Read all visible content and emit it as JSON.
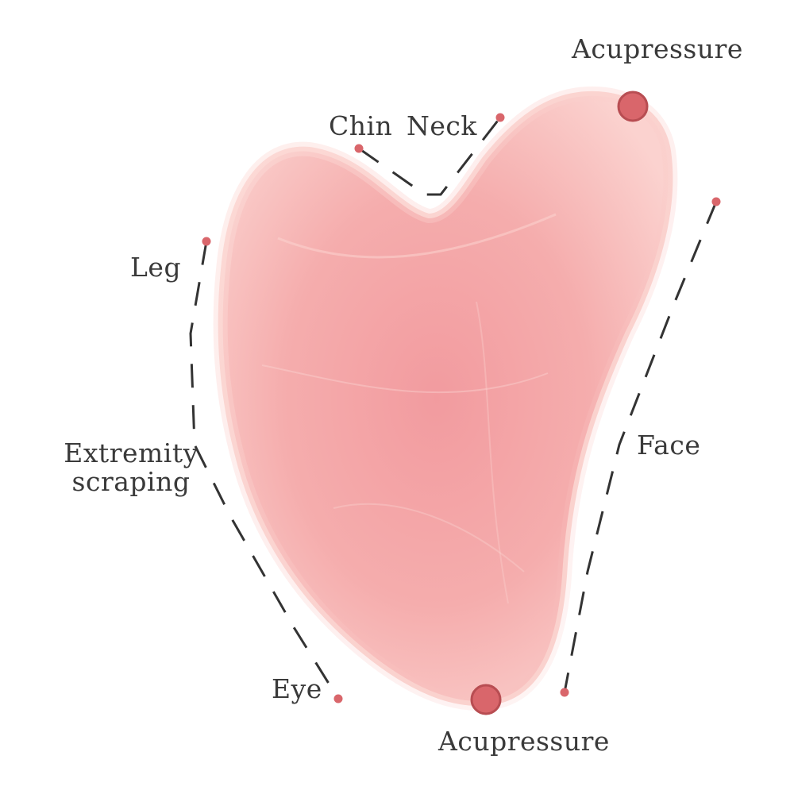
{
  "labels": {
    "acupressure_top": "Acupressure",
    "chin": "Chin",
    "neck": "Neck",
    "leg": "Leg",
    "extremity_line1": "Extremity",
    "extremity_line2": "scraping",
    "face": "Face",
    "eye": "Eye",
    "acupressure_bottom": "Acupressure"
  },
  "colors": {
    "stone_base": "#f4a9a9",
    "stone_light": "#fbd0cd",
    "stone_deep": "#ef9a9c",
    "marker": "#d9666b",
    "marker_stroke": "#b84d52",
    "dash_line": "#333333",
    "label_text": "#3a3a3a"
  }
}
